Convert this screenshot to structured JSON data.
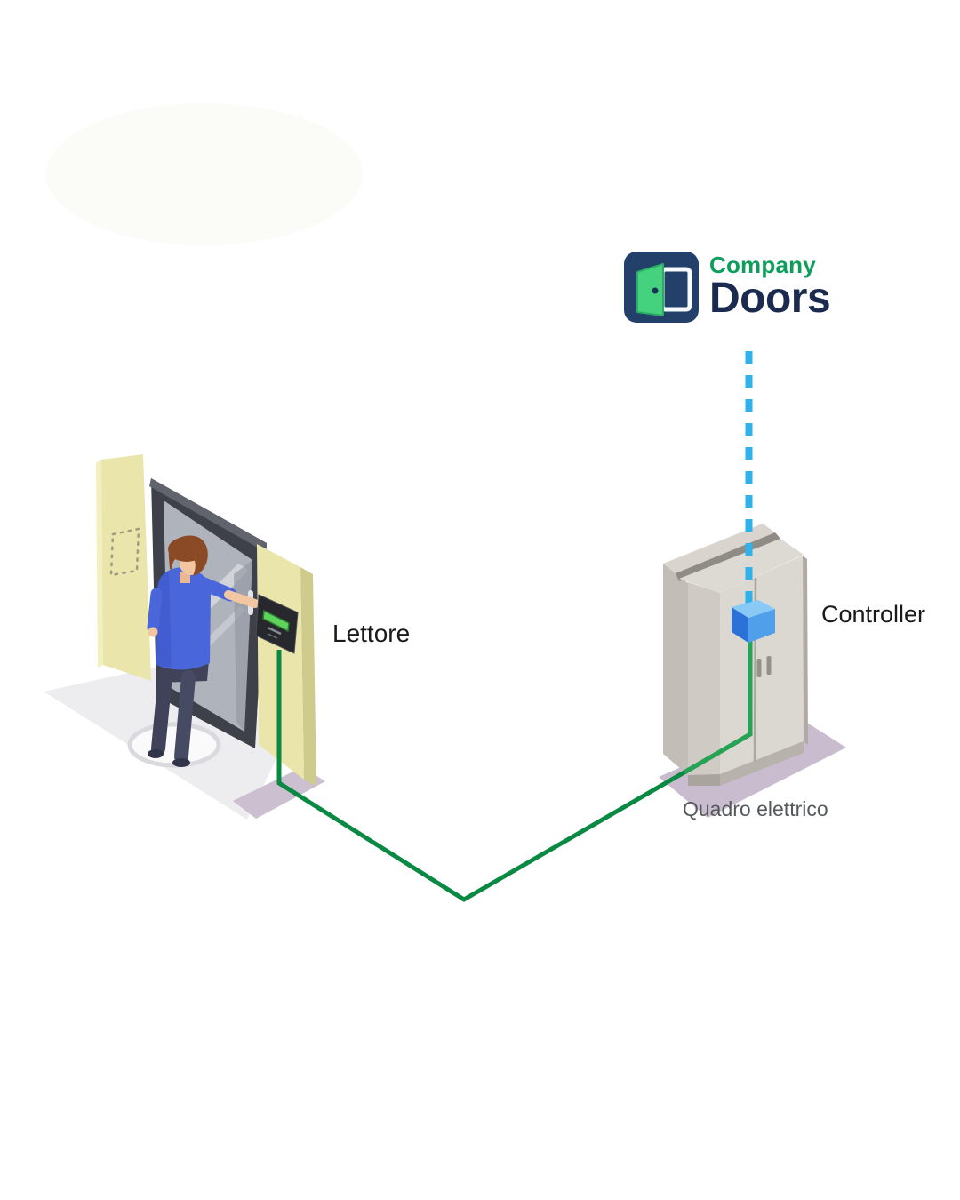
{
  "logo": {
    "company": "Company",
    "product": "Doors",
    "company_color": "#0E9E5C",
    "product_color": "#1B2B50",
    "icon": {
      "name": "open-door-icon",
      "background": "#22406A",
      "door_color": "#45D27F",
      "frame_color": "#FFFFFF"
    }
  },
  "labels": {
    "reader": "Lettore",
    "controller": "Controller",
    "cabinet": "Quadro elettrico"
  },
  "connections": {
    "cloud_link": {
      "from": "Company Doors",
      "to": "Controller",
      "style": "dashed",
      "color": "#2EB2E9"
    },
    "reader_cable": {
      "from": "Lettore",
      "to": "Controller",
      "style": "solid",
      "color": "#0A8943"
    }
  },
  "scene_colors": {
    "wall_panel": "#E9E5AB",
    "door_frame": "#3E404A",
    "door_glass": "#AFB3BB",
    "floor": "#EDEDEF",
    "threshold_pad": "#CBBFD0",
    "cabinet_body": "#DBD7D1",
    "controller_box": "#4F9FEA",
    "reader_body": "#26282E",
    "reader_led": "#5ED45C"
  }
}
